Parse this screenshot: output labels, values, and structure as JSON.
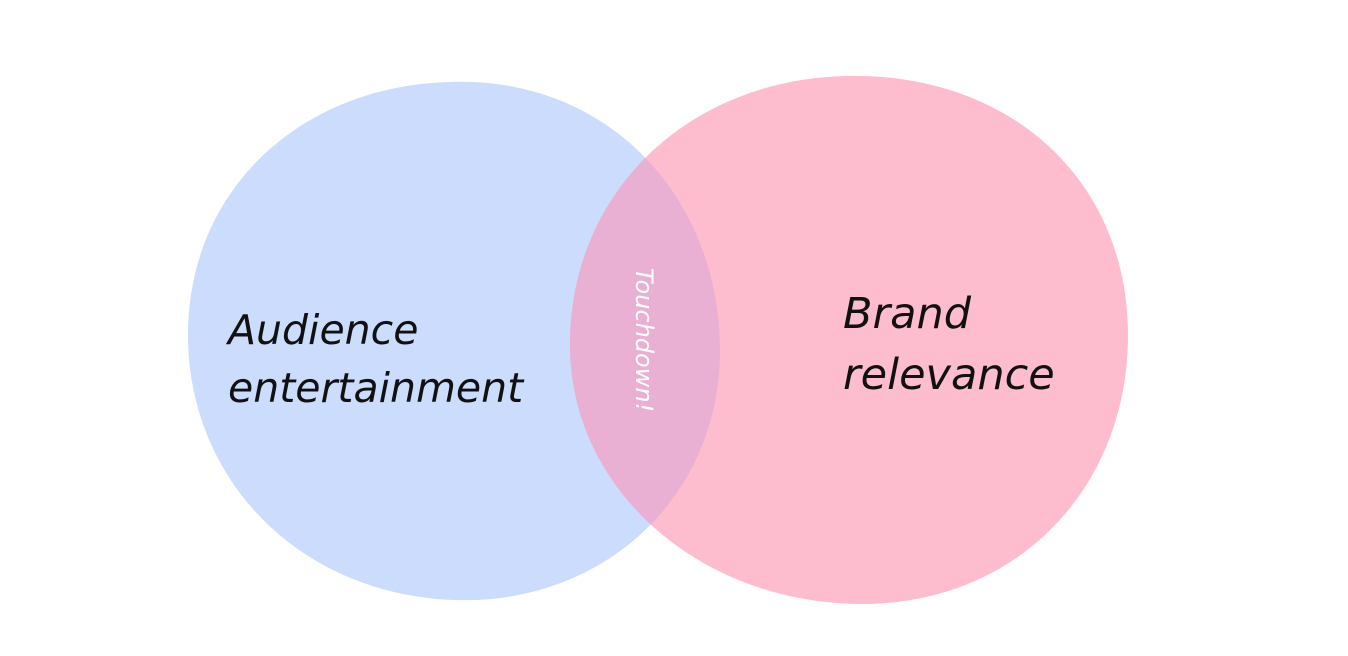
{
  "diagram": {
    "left_circle": {
      "lines": [
        "Audience",
        "entertainment"
      ],
      "color": "#cbdcfc"
    },
    "right_circle": {
      "lines": [
        "Brand",
        "relevance"
      ],
      "color": "#fdbdcf"
    },
    "overlap": {
      "label": "Touchdown!",
      "color": "#e9b0d3"
    },
    "text_color": "#111111",
    "overlap_text_color": "#ffffff"
  }
}
